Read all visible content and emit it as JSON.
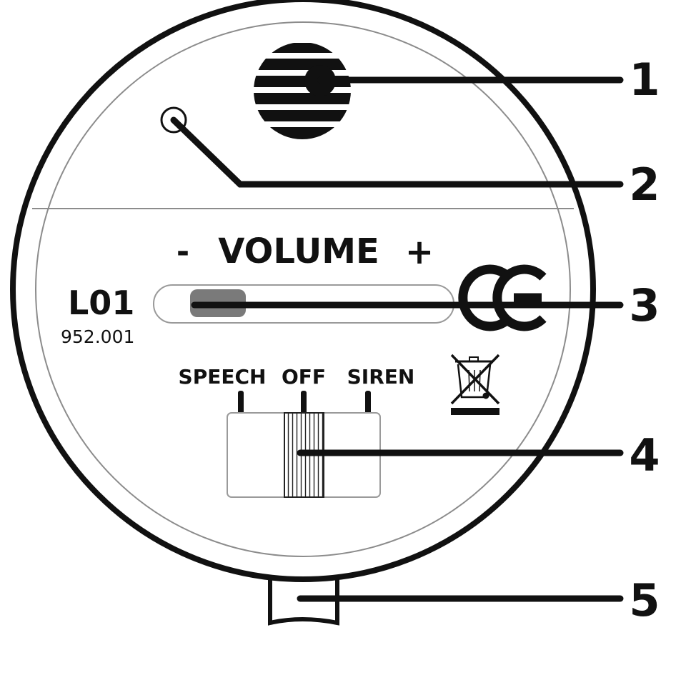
{
  "device": {
    "volume": {
      "minus": "-",
      "label": "VOLUME",
      "plus": "+",
      "level": 0.1
    },
    "model": "L01",
    "part_number": "952.001",
    "mode_switch": {
      "options": [
        "SPEECH",
        "OFF",
        "SIREN"
      ],
      "selected": "OFF"
    },
    "marks": {
      "conformity": "CE",
      "weee": "crossed-out-wheelie-bin-icon"
    }
  },
  "callouts": [
    {
      "number": "1",
      "target": "speaker-grille"
    },
    {
      "number": "2",
      "target": "indicator-led"
    },
    {
      "number": "3",
      "target": "volume-slider"
    },
    {
      "number": "4",
      "target": "mode-switch"
    },
    {
      "number": "5",
      "target": "mounting-tab"
    }
  ],
  "colors": {
    "ink": "#111111",
    "slider_knob": "#7a7a7a",
    "thin_line": "#9a9a9a"
  }
}
